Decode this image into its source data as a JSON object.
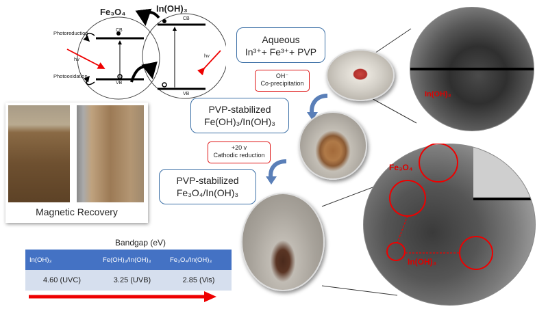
{
  "band_diagram": {
    "fe3o4": "Fe₃O₄",
    "inoh3": "In(OH)₃",
    "cb_left": "CB",
    "vb_left": "VB",
    "cb_right": "CB",
    "vb_right": "VB",
    "photoreduction": "Photoreduction",
    "photooxidation": "Photooxidation",
    "hv_left": "hv",
    "hv_right": "hv"
  },
  "magnetic": {
    "caption": "Magnetic Recovery"
  },
  "steps": {
    "aqueous_title": "Aqueous",
    "aqueous_formula": "In³⁺+ Fe³⁺+ PVP",
    "oh_line1": "OH⁻",
    "oh_line2": "Co-precipitation",
    "pvp1_line1": "PVP-stabilized",
    "pvp1_line2": "Fe(OH)₃/In(OH)₃",
    "volt_line1": "+20 v",
    "volt_line2": "Cathodic reduction",
    "pvp2_line1": "PVP-stabilized",
    "pvp2_line2": "Fe₃O₄/In(OH)₃"
  },
  "tem": {
    "top_label": "In(OH)₃",
    "bottom_fe3o4": "Fe₃O₄",
    "bottom_inoh3": "In(OH)₃"
  },
  "bandgap": {
    "title": "Bandgap (eV)",
    "headers": [
      "In(OH)₃",
      "Fe(OH)₃/In(OH)₃",
      "Fe₃O₄/In(OH)₃"
    ],
    "values": [
      "4.60 (UVC)",
      "3.25 (UVB)",
      "2.85 (Vis)"
    ]
  },
  "colors": {
    "accent_red": "#dd1111",
    "table_header": "#4472c4",
    "table_row": "#d6dfee",
    "box_border": "#3a6ea5"
  }
}
